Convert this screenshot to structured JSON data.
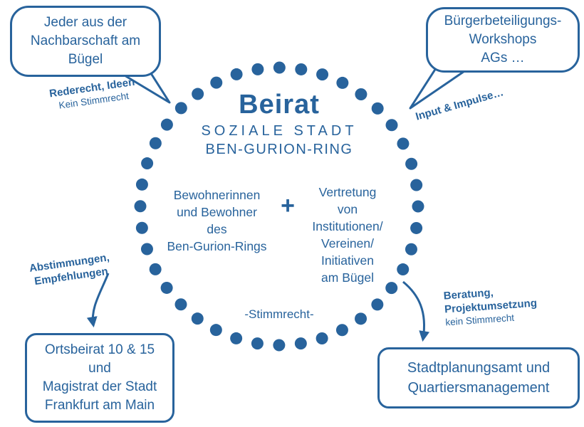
{
  "colors": {
    "blue": "#28639c",
    "background": "#ffffff"
  },
  "circle": {
    "title": "Beirat",
    "subtitle_line1": "SOZIALE STADT",
    "subtitle_line2": "BEN-GURION-RING",
    "left_member": "Bewohnerinnen\nund Bewohner\ndes\nBen-Gurion-Rings",
    "plus": "+",
    "right_member": "Vertretung\nvon\nInstitutionen/\nVereinen/\nInitiativen\nam Bügel",
    "voting_note": "-Stimmrecht-"
  },
  "bubbles": {
    "top_left": {
      "text": "Jeder aus der\nNachbarschaft am\nBügel"
    },
    "top_right": {
      "text": "Bürgerbeteiligungs-\nWorkshops\nAGs …"
    }
  },
  "boxes": {
    "bottom_left": {
      "text": "Ortsbeirat 10 & 15\nund\nMagistrat der Stadt\nFrankfurt am Main"
    },
    "bottom_right": {
      "text": "Stadtplanungsamt und\nQuartiersmanagement"
    }
  },
  "labels": {
    "rederecht_bold": "Rederecht, Ideen",
    "rederecht_sub": "Kein Stimmrecht",
    "input_impulse": "Input & Impulse…",
    "abstimmungen": "Abstimmungen,\nEmpfehlungen",
    "beratung": "Beratung,\nProjektumsetzung",
    "beratung_sub": "kein Stimmrecht"
  }
}
